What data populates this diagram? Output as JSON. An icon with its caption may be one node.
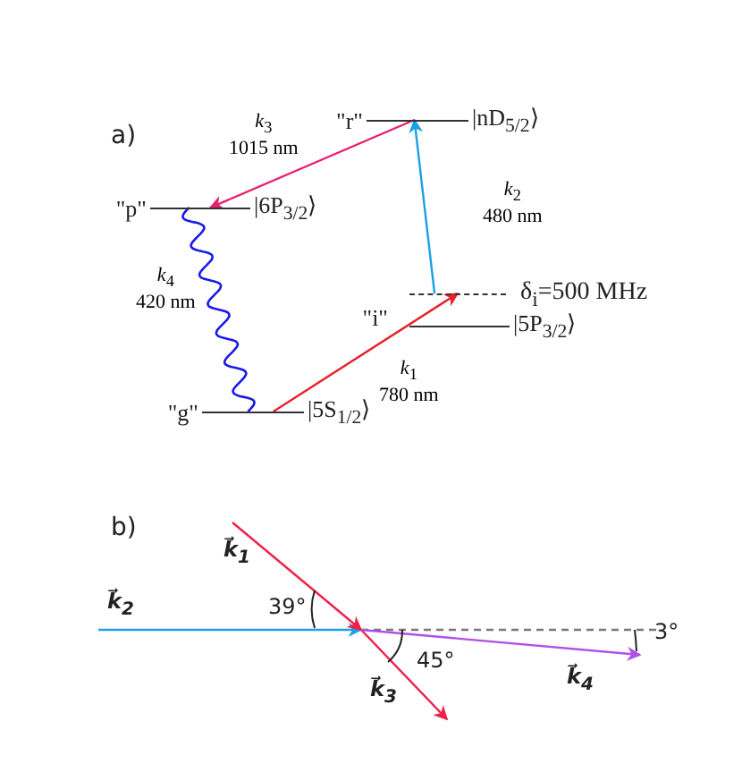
{
  "diagram": {
    "nodes": [
      {
        "text": [
          "\"g\"",
          "|5S$_{1/2}$⟩"
        ]
      },
      {
        "text": [
          "\"p\"",
          "|6P$_{3/2}$⟩"
        ]
      },
      {
        "text": [
          "\"i\"",
          "|5P$_{3/2}$⟩"
        ]
      },
      {
        "text": [
          "δ$_{i}$=500 MHz"
        ]
      },
      {
        "text": [
          "\"r\"",
          "|nD$_{5/2}$⟩"
        ]
      }
    ],
    "edges": [
      {
        "from": 0,
        "to": 3,
        "arrow": "to",
        "label": "*k*$_{1}$ 780 nm",
        "color": "#e8202a"
      },
      {
        "from": 3,
        "to": 4,
        "arrow": "to",
        "label": "*k*$_{2}$ 480 nm",
        "color": "#1aa0e6"
      },
      {
        "from": 4,
        "to": 1,
        "arrow": "to",
        "label": "*k*$_{3}$ 1015 nm",
        "color": "#e82070"
      },
      {
        "from": 1,
        "to": 0,
        "arrow": "none",
        "label": "*k*$_{4}$ 420 nm",
        "color": "#1a1ae6"
      }
    ],
    "labels": [
      "a)",
      "b)",
      "k⃗$_{1}$",
      "k⃗$_{2}$",
      "39°",
      "45°",
      "3°",
      "k⃗$_{3}$",
      "k⃗$_{4}$"
    ]
  }
}
